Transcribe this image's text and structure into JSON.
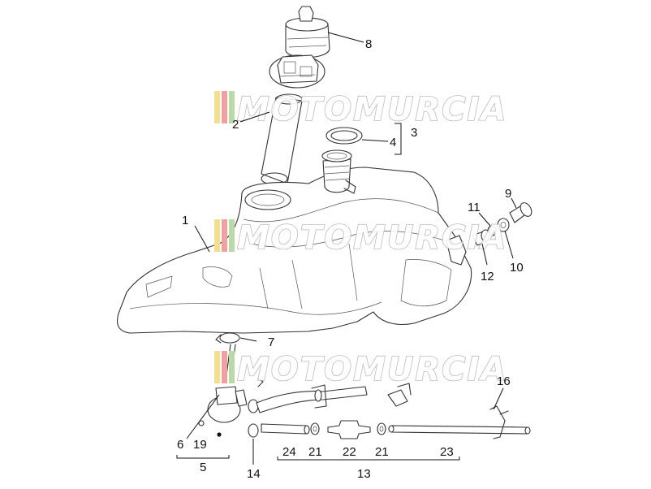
{
  "watermark": {
    "text": "MOTOMURCIA",
    "colors": [
      "#f3df8e",
      "#f0a0a0",
      "#b9d9a6"
    ]
  },
  "part_numbers": {
    "p1": "1",
    "p2": "2",
    "p3": "3",
    "p4": "4",
    "p5": "5",
    "p6": "6",
    "p7": "7",
    "p8": "8",
    "p9": "9",
    "p10": "10",
    "p11": "11",
    "p12": "12",
    "p13": "13",
    "p14": "14",
    "p16": "16",
    "p19": "19",
    "p21a": "21",
    "p21b": "21",
    "p22": "22",
    "p23": "23",
    "p24": "24"
  }
}
